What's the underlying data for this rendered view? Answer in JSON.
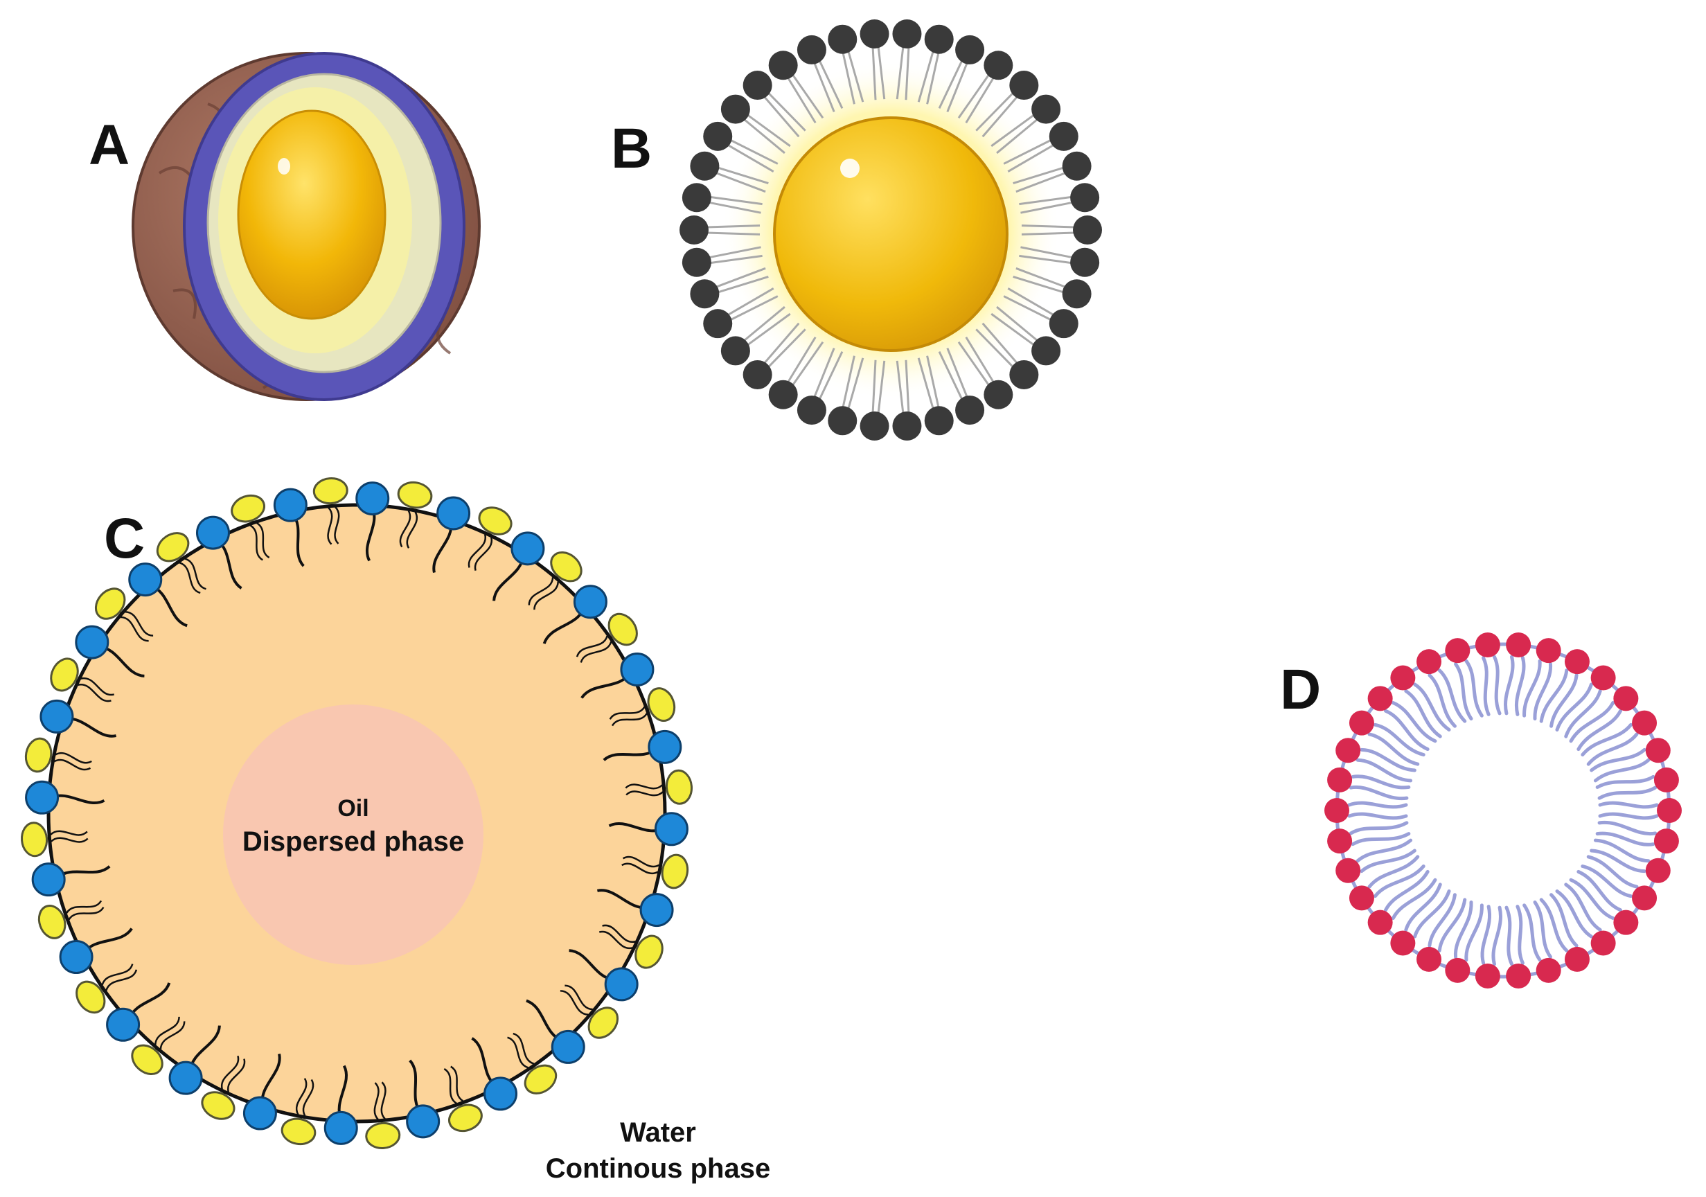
{
  "panels": {
    "a": {
      "label": "A"
    },
    "b": {
      "label": "B"
    },
    "c": {
      "label": "C",
      "inner_line1": "Oil",
      "inner_line2": "Dispersed phase",
      "outer_line1": "Water",
      "outer_line2": "Continous phase"
    },
    "d": {
      "label": "D"
    }
  },
  "colors": {
    "core_yellow": "#f2b708",
    "shell_purple": "#5a55b8",
    "shell_brown": "#8a5a4a",
    "lipid_head_gray": "#3a3a3a",
    "droplet_orange": "#fcd49a",
    "oil_pink": "#f9c7b0",
    "head_blue": "#1e88d8",
    "head_yellow": "#f3ec3a",
    "head_red": "#d8294f",
    "tail_lavender": "#9aa0d8"
  }
}
